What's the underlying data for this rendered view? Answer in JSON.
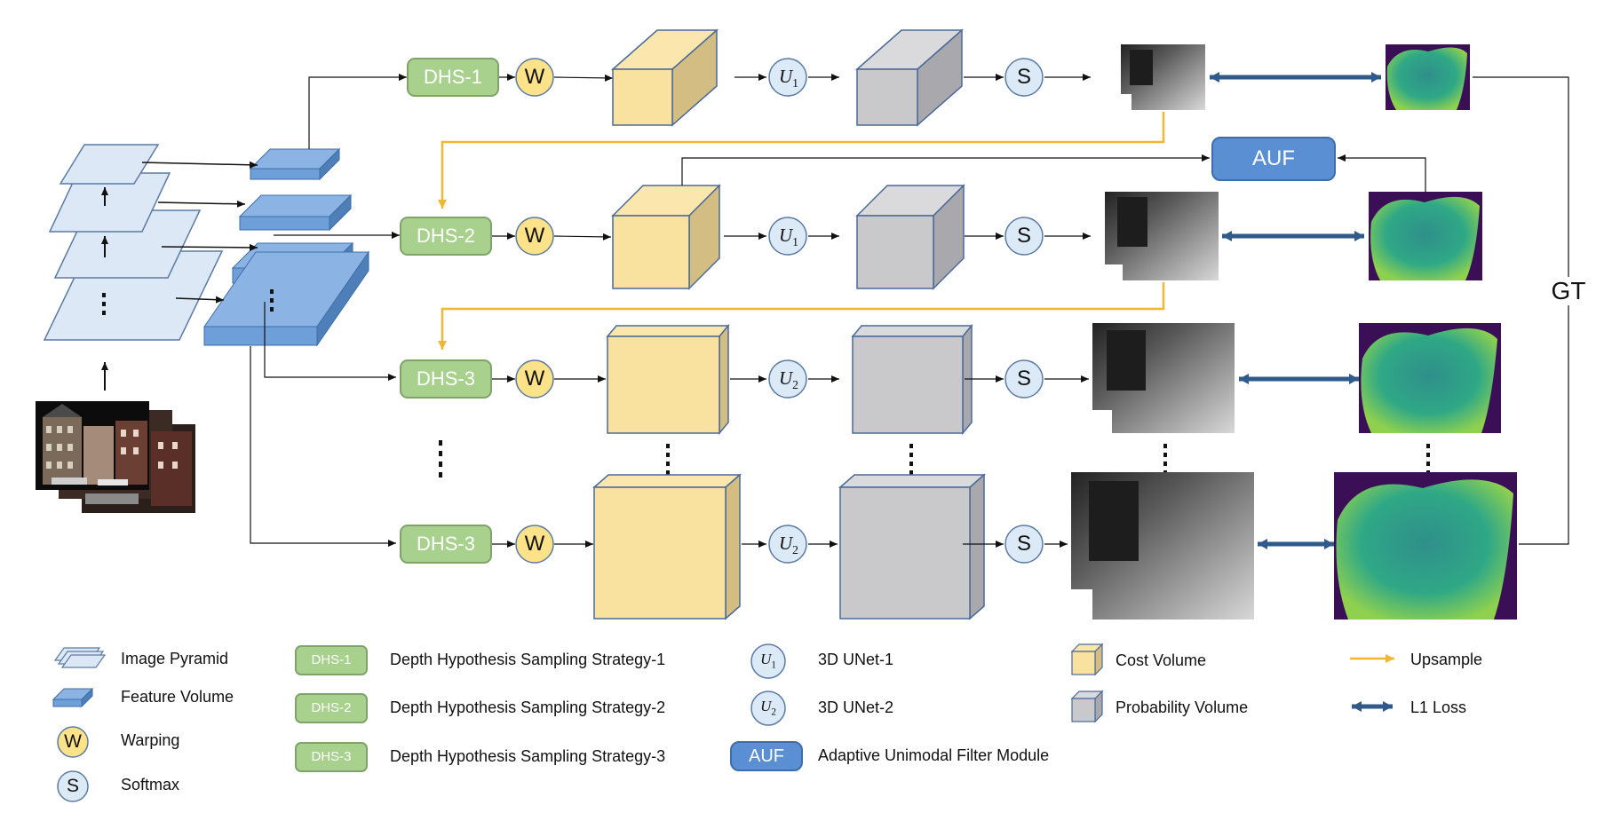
{
  "pipeline": {
    "dhs_labels": [
      "DHS-1",
      "DHS-2",
      "DHS-3",
      "DHS-3"
    ],
    "warp_symbol": "W",
    "softmax_symbol": "S",
    "unet_symbols": [
      "U1",
      "U1",
      "U2",
      "U2"
    ],
    "auf_label": "AUF",
    "gt_label": "GT"
  },
  "legend": {
    "image_pyramid": "Image Pyramid",
    "feature_volume": "Feature Volume",
    "warping": "Warping",
    "softmax": "Softmax",
    "dhs1_tag": "DHS-1",
    "dhs2_tag": "DHS-2",
    "dhs3_tag": "DHS-3",
    "dhs1_text": "Depth Hypothesis Sampling Strategy-1",
    "dhs2_text": "Depth Hypothesis Sampling Strategy-2",
    "dhs3_text": "Depth Hypothesis Sampling Strategy-3",
    "unet1_text": "3D UNet-1",
    "unet2_text": "3D UNet-2",
    "auf_tag": "AUF",
    "auf_text": "Adaptive Unimodal Filter Module",
    "cost_volume": "Cost Volume",
    "probability_volume": "Probability Volume",
    "upsample": "Upsample",
    "l1_loss": "L1 Loss"
  },
  "colors": {
    "dhs_fill": "#a9d18e",
    "warp_fill": "#fce38a",
    "softmax_fill": "#dce9f7",
    "cost_volume": "#f9e29f",
    "probability_volume": "#c9c9cc",
    "feature_volume": "#6f9fd8",
    "upsample_arrow": "#f2b630",
    "l1_arrow": "#2f5a8a",
    "auf_fill": "#5b8fd3"
  }
}
